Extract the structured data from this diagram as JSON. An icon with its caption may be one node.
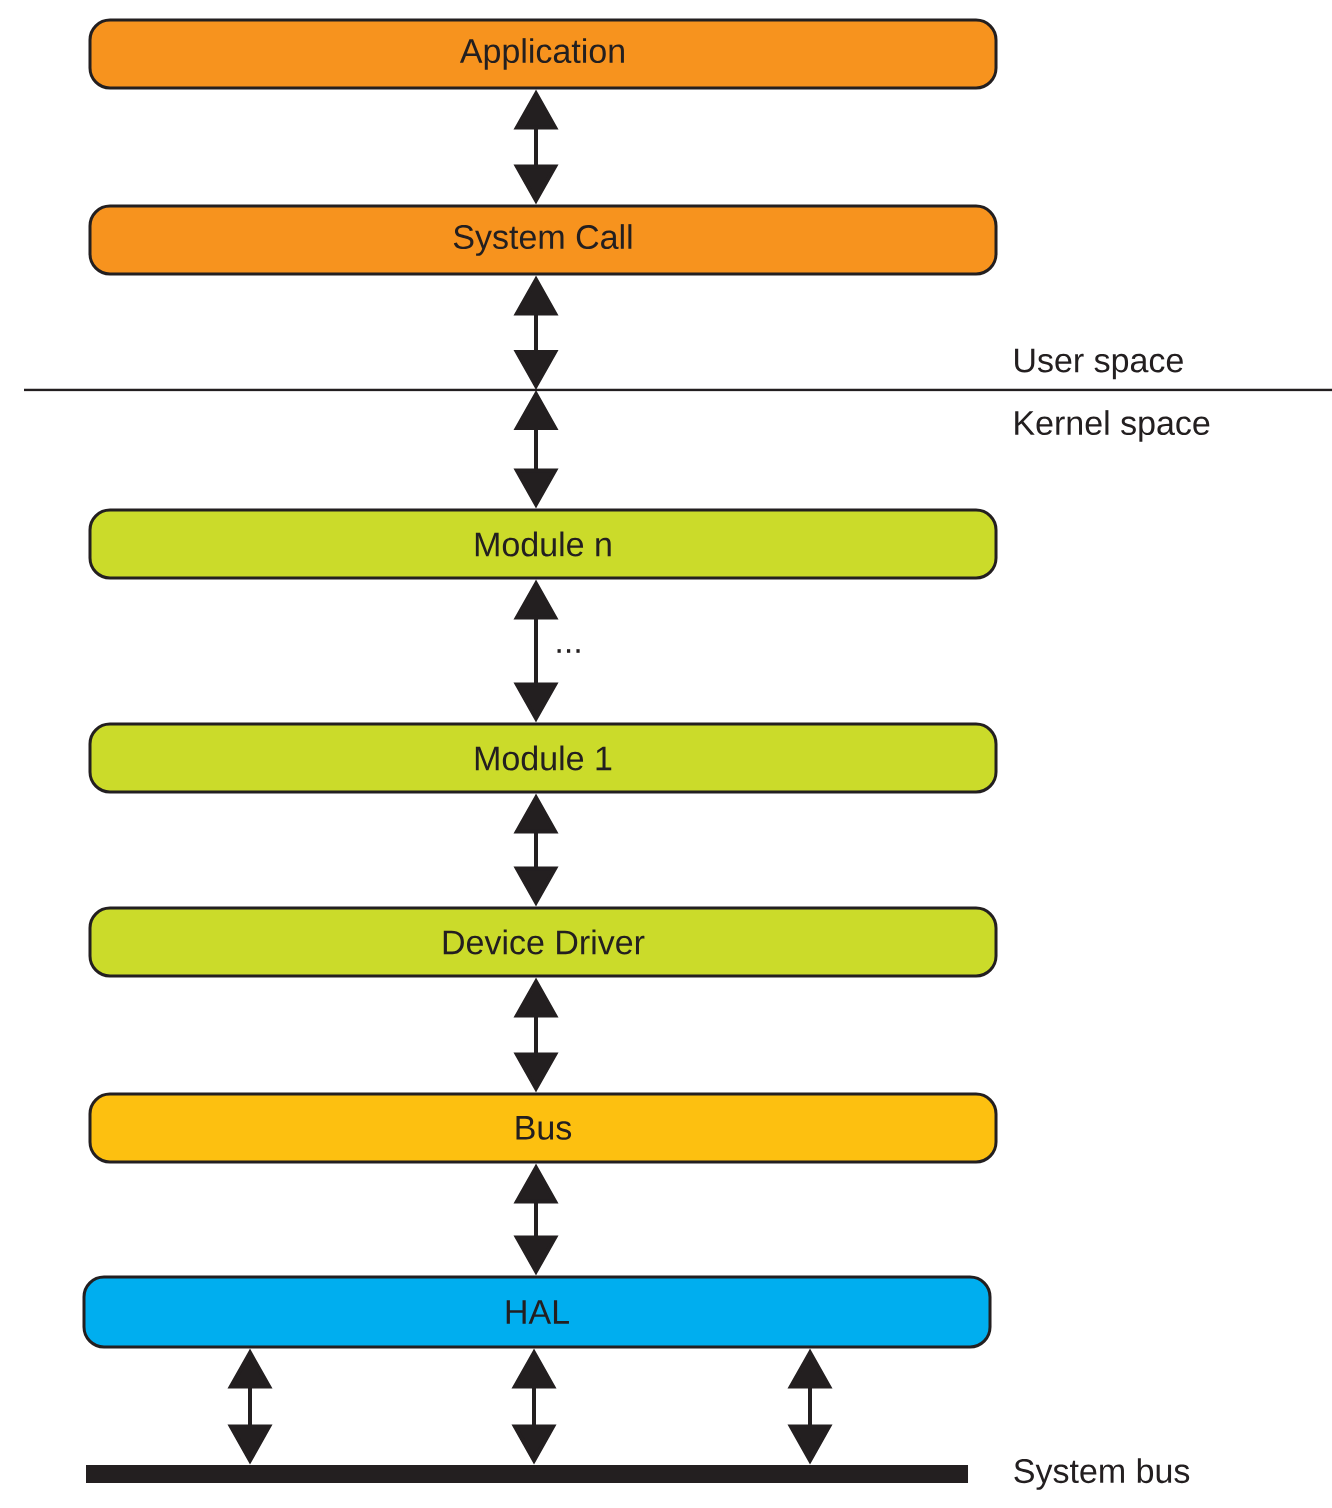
{
  "diagram": {
    "nodes": [
      {
        "text": [
          "Application"
        ]
      },
      {
        "text": [
          "System Call"
        ]
      },
      {
        "text": [],
        "shape": "line"
      },
      {
        "text": [
          "Module n"
        ]
      },
      {
        "text": [
          "Module 1"
        ]
      },
      {
        "text": [
          "Device Driver"
        ]
      },
      {
        "text": [
          "Bus"
        ]
      },
      {
        "text": [
          "HAL"
        ]
      },
      {
        "text": [],
        "shape": "bar",
        "beside": [
          "System bus"
        ]
      }
    ],
    "edges": [
      {
        "from": 0,
        "to": 1,
        "arrow": "both"
      },
      {
        "from": 1,
        "to": 2,
        "arrow": "both"
      },
      {
        "from": 2,
        "to": 3,
        "arrow": "both"
      },
      {
        "from": 3,
        "to": 4,
        "arrow": "both",
        "label": "..."
      },
      {
        "from": 4,
        "to": 5,
        "arrow": "both"
      },
      {
        "from": 5,
        "to": 6,
        "arrow": "both"
      },
      {
        "from": 6,
        "to": 7,
        "arrow": "both"
      },
      {
        "from": 7,
        "to": 8,
        "arrow": "both"
      },
      {
        "from": 7,
        "to": 8,
        "arrow": "both"
      },
      {
        "from": 7,
        "to": 8,
        "arrow": "both"
      }
    ],
    "labels": [
      "User space",
      "Kernel space"
    ]
  }
}
